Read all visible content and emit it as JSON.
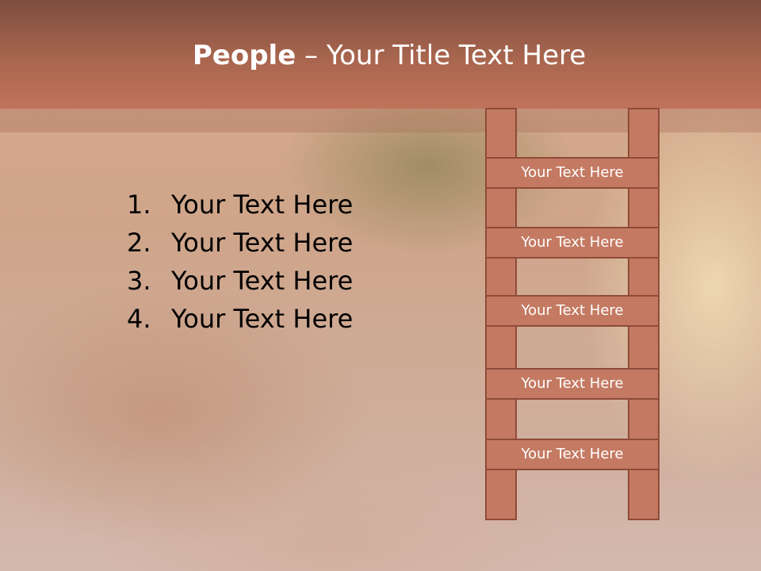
{
  "title": {
    "bold": "People",
    "rest": " – Your Title Text Here"
  },
  "list": [
    {
      "number": "1.",
      "text": "Your Text Here"
    },
    {
      "number": "2.",
      "text": "Your Text Here"
    },
    {
      "number": "3.",
      "text": "Your Text Here"
    },
    {
      "number": "4.",
      "text": "Your Text Here"
    }
  ],
  "ladder_rungs": [
    "Your Text Here",
    "Your Text Here",
    "Your Text Here",
    "Your Text Here",
    "Your Text Here"
  ],
  "colors": {
    "header": "#b86b53",
    "ladder_fill": "#c47a62",
    "ladder_border": "#8e4b38"
  }
}
